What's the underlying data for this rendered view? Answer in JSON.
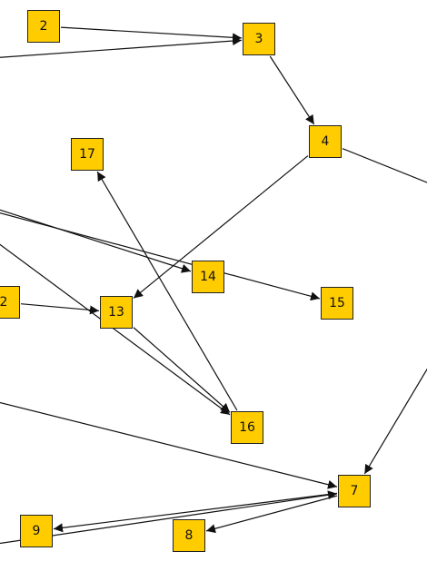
{
  "colors": {
    "node_fill": "#ffcc00",
    "node_border": "#222222",
    "edge": "#111111"
  },
  "nodes": [
    {
      "id": "n2",
      "label": "2"
    },
    {
      "id": "n3",
      "label": "3"
    },
    {
      "id": "n4",
      "label": "4"
    },
    {
      "id": "n17",
      "label": "17"
    },
    {
      "id": "n14",
      "label": "14"
    },
    {
      "id": "n15",
      "label": "15"
    },
    {
      "id": "n12",
      "label": "2"
    },
    {
      "id": "n13",
      "label": "13"
    },
    {
      "id": "n16",
      "label": "16"
    },
    {
      "id": "n7",
      "label": "7"
    },
    {
      "id": "n9",
      "label": "9"
    },
    {
      "id": "n8",
      "label": "8"
    }
  ],
  "edges": [
    {
      "from": "n2",
      "to": "n3"
    },
    {
      "from": "off-left-top",
      "to": "n3"
    },
    {
      "from": "n3",
      "to": "n4"
    },
    {
      "from": "n4",
      "to": "n13"
    },
    {
      "from": "n4",
      "to": "off-right"
    },
    {
      "from": "off-right-low",
      "to": "n7"
    },
    {
      "from": "n12",
      "to": "n13"
    },
    {
      "from": "n13",
      "to": "n16"
    },
    {
      "from": "n16",
      "to": "n17"
    },
    {
      "from": "off-left-1",
      "to": "n14"
    },
    {
      "from": "off-left-2",
      "to": "n15"
    },
    {
      "from": "off-left-3",
      "to": "n16"
    },
    {
      "from": "off-left-4",
      "to": "n7"
    },
    {
      "from": "n7",
      "to": "n9"
    },
    {
      "from": "n7",
      "to": "n8"
    },
    {
      "from": "off-left-5",
      "to": "n7"
    }
  ]
}
